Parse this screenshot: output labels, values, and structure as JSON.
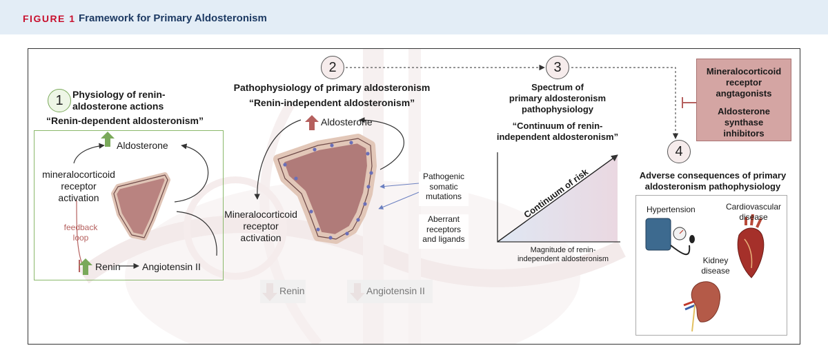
{
  "header": {
    "figure_label": "FIGURE 1",
    "title": "Framework for Primary Aldosteronism"
  },
  "panel1": {
    "number": "1",
    "title": "Physiology of renin-\naldosterone actions",
    "subtitle": "“Renin-dependent aldosteronism”",
    "aldosterone": "Aldosterone",
    "mr_activation": "mineralocorticoid\nreceptor\nactivation",
    "feedback": "feedback\nloop",
    "renin": "Renin",
    "angiotensin": "Angiotensin II"
  },
  "panel2": {
    "number": "2",
    "title": "Pathophysiology of primary aldosteronism",
    "subtitle": "“Renin-independent aldosteronism”",
    "aldosterone": "Aldosterone",
    "mr_activation": "Mineralocorticoid\nreceptor\nactivation",
    "mutations": "Pathogenic\nsomatic\nmutations",
    "aberrant": "Aberrant\nreceptors\nand ligands",
    "renin": "Renin",
    "angiotensin": "Angiotensin II"
  },
  "panel3": {
    "number": "3",
    "title": "Spectrum of\nprimary aldosteronism\npathophysiology",
    "subtitle": "“Continuum of renin-\nindependent aldosteronism”",
    "diagonal_label": "Continuum of risk",
    "x_label": "Magnitude of renin-\nindependent aldosteronism"
  },
  "treatment": {
    "item1": "Mineralocorticoid\nreceptor\nangtagonists",
    "item2": "Aldosterone\nsynthase\ninhibitors"
  },
  "panel4": {
    "number": "4",
    "title": "Adverse consequences of primary\naldosteronism pathophysiology",
    "hypertension": "Hypertension",
    "cardio": "Cardiovascular\ndisease",
    "kidney": "Kidney\ndisease"
  },
  "colors": {
    "header_bg": "#e3edf6",
    "accent_red": "#c8102e",
    "title_navy": "#1d3a63",
    "panel1_border": "#8ab86a",
    "up_arrow_green": "#7aa95a",
    "arrow_red": "#b5605e",
    "mra_fill": "#d4a5a3"
  }
}
